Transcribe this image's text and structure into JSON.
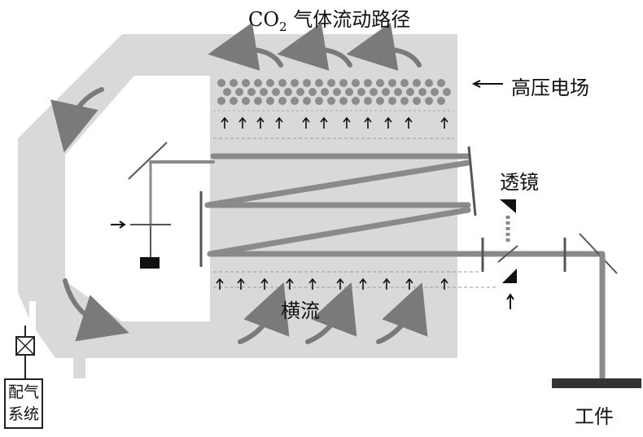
{
  "title": {
    "main": "CO",
    "sub": "2",
    "rest": " 气体流动路径"
  },
  "labels": {
    "high_voltage_field": "高压电场",
    "lens": "透镜",
    "cross_flow": "横流",
    "workpiece": "工件"
  },
  "gas_system": {
    "line1": "配气",
    "line2": "系统"
  },
  "colors": {
    "duct": "#d9d9d9",
    "beam": "#8a8a8a",
    "arrow": "#7a7a7a",
    "dots": "#8c8c8c",
    "outline": "#222222"
  },
  "icons": [
    "valve-icon",
    "flow-arrow-icon",
    "mirror-icon",
    "lens-icon"
  ]
}
